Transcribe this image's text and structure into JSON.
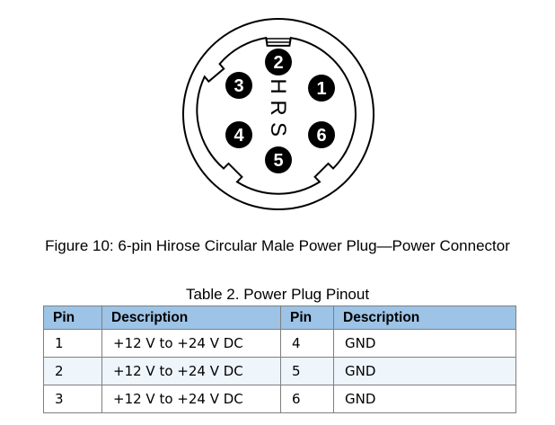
{
  "connector": {
    "hrs_letters": [
      "H",
      "R",
      "S"
    ],
    "pins": [
      "1",
      "2",
      "3",
      "4",
      "5",
      "6"
    ]
  },
  "figure_caption": "Figure 10: 6-pin Hirose Circular Male Power Plug—Power Connector",
  "table": {
    "caption": "Table 2. Power Plug Pinout",
    "headers": [
      "Pin",
      "Description",
      "Pin",
      "Description"
    ],
    "rows": [
      [
        "1",
        "+12 V to +24 V DC",
        "4",
        "GND"
      ],
      [
        "2",
        "+12 V to +24 V DC",
        "5",
        "GND"
      ],
      [
        "3",
        "+12 V to +24 V DC",
        "6",
        "GND"
      ]
    ]
  },
  "colors": {
    "header_bg": "#9dc3e6",
    "shaded_row_bg": "#eef5fb"
  }
}
